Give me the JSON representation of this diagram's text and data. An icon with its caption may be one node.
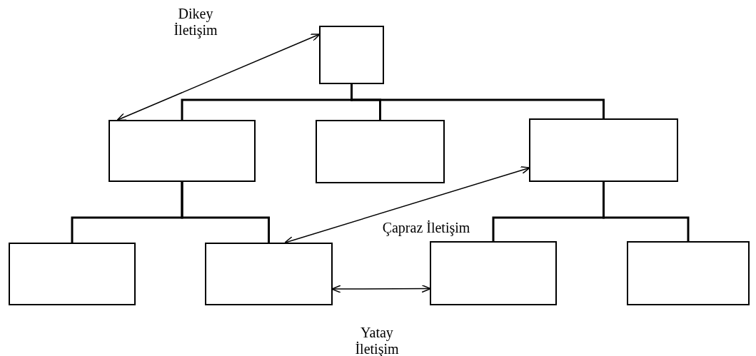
{
  "diagram": {
    "nodes": [
      {
        "text": [],
        "shape": "box"
      },
      {
        "text": [],
        "shape": "box"
      },
      {
        "text": [],
        "shape": "box"
      },
      {
        "text": [],
        "shape": "box"
      },
      {
        "text": [],
        "shape": "box"
      },
      {
        "text": [],
        "shape": "box"
      },
      {
        "text": [],
        "shape": "box"
      },
      {
        "text": [],
        "shape": "box"
      }
    ],
    "edges": [
      {
        "from": 0,
        "to": 1,
        "arrow": "none"
      },
      {
        "from": 0,
        "to": 2,
        "arrow": "none"
      },
      {
        "from": 0,
        "to": 3,
        "arrow": "none"
      },
      {
        "from": 1,
        "to": 4,
        "arrow": "none"
      },
      {
        "from": 1,
        "to": 5,
        "arrow": "none"
      },
      {
        "from": 3,
        "to": 6,
        "arrow": "none"
      },
      {
        "from": 3,
        "to": 7,
        "arrow": "none"
      },
      {
        "from": 0,
        "to": 1,
        "arrow": "both",
        "label": "Dikey İletişim"
      },
      {
        "from": 3,
        "to": 5,
        "arrow": "both",
        "label": "Çapraz İletişim"
      },
      {
        "from": 5,
        "to": 6,
        "arrow": "both",
        "label": "Yatay İletişim"
      }
    ]
  }
}
